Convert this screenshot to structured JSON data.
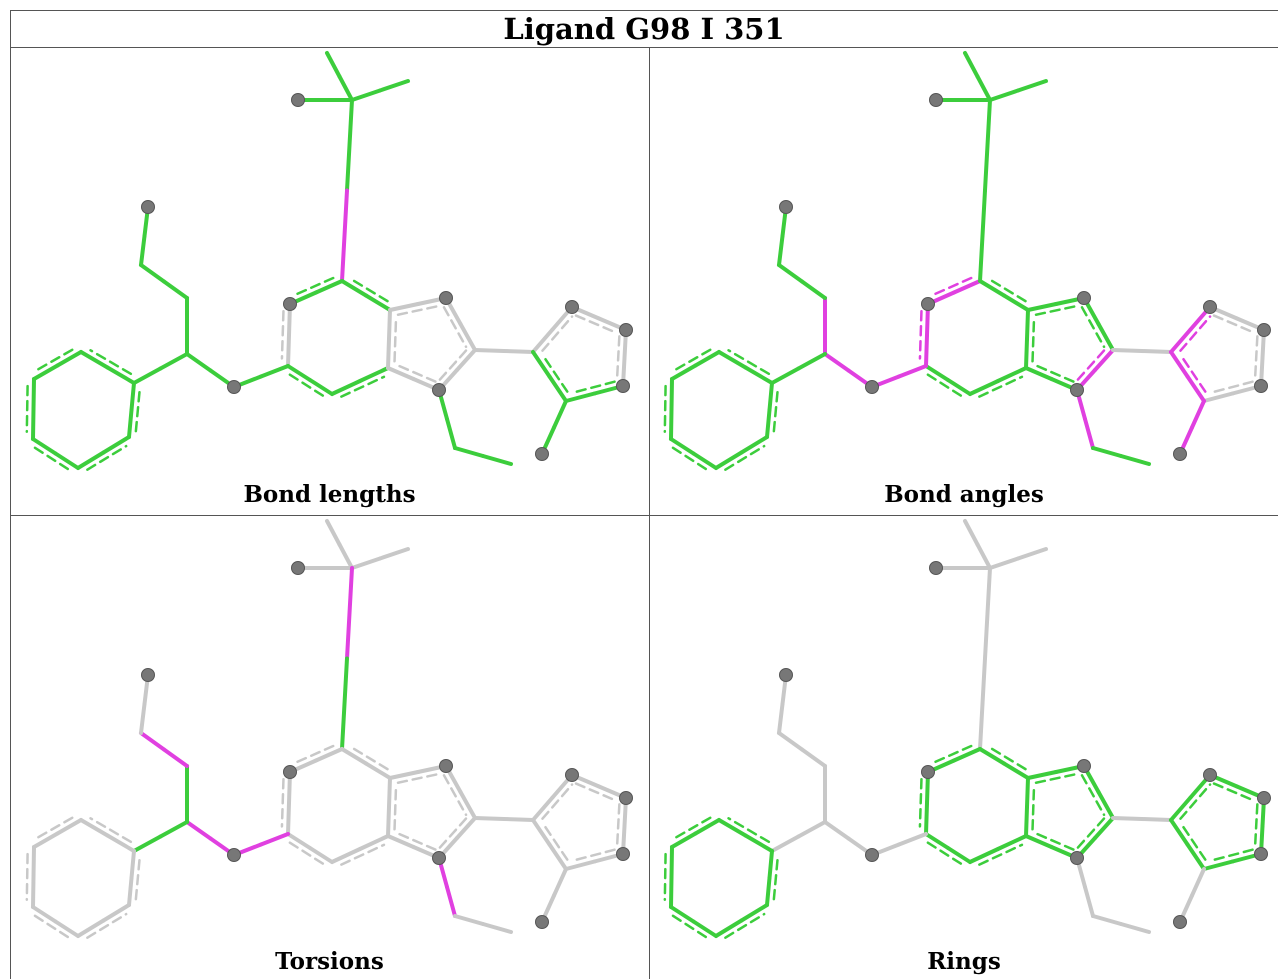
{
  "title": "Ligand G98 I 351",
  "colors": {
    "good": "#3ccd3c",
    "bad": "#e040e0",
    "neutral": "#c8c8c8",
    "atom": "#777777"
  },
  "panels": [
    {
      "caption": "Bond lengths",
      "highlight": "bond_lengths"
    },
    {
      "caption": "Bond angles",
      "highlight": "bond_angles"
    },
    {
      "caption": "Torsions",
      "highlight": "torsions"
    },
    {
      "caption": "Rings",
      "highlight": "rings"
    }
  ]
}
